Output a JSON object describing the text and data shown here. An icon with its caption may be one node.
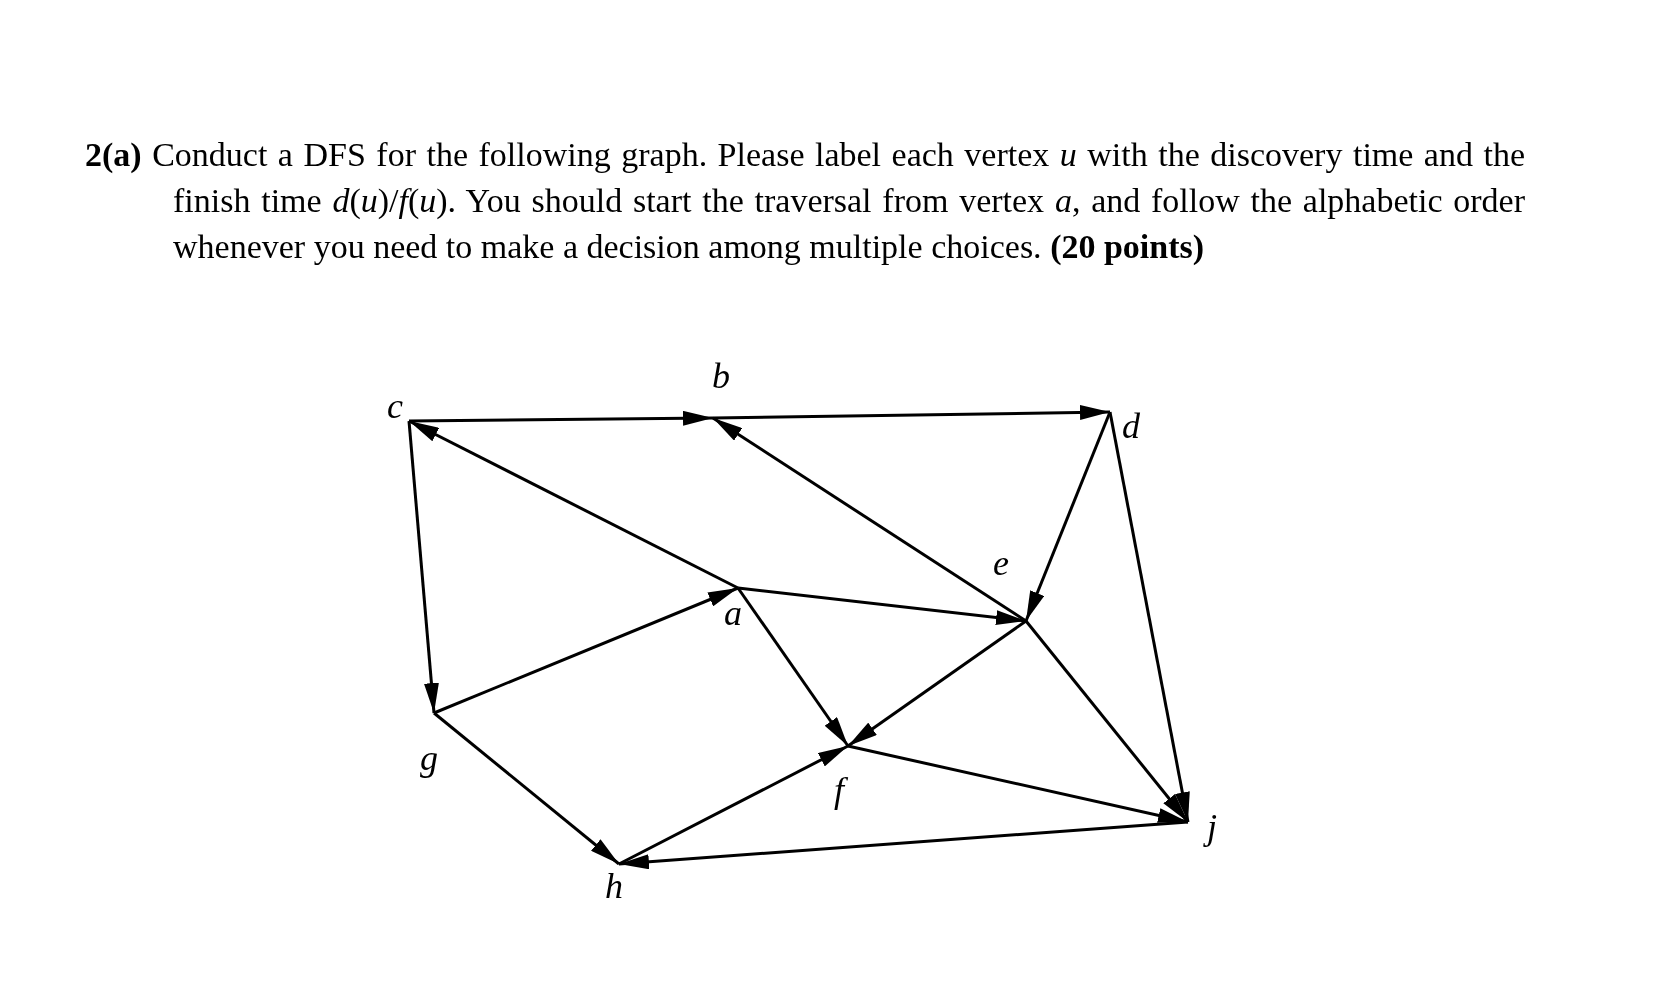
{
  "diagram": {
    "title": "**2(a)** Conduct a DFS for the following graph. Please label each vertex *u* with the discovery time and the finish time *d*(*u*)/*f*(*u*). You should start the traversal from vertex *a*, and follow the alphabetic order whenever you need to make a decision among multiple choices. **(20 points)**",
    "nodes": [
      {
        "text": [
          "b"
        ]
      },
      {
        "text": [
          "c"
        ]
      },
      {
        "text": [
          "d"
        ]
      },
      {
        "text": [
          "e"
        ]
      },
      {
        "text": [
          "a"
        ]
      },
      {
        "text": [
          "g"
        ]
      },
      {
        "text": [
          "f"
        ]
      },
      {
        "text": [
          "j"
        ]
      },
      {
        "text": [
          "h"
        ]
      }
    ],
    "edges": [
      {
        "from": 1,
        "to": 0,
        "arrow": "to"
      },
      {
        "from": 0,
        "to": 2,
        "arrow": "to"
      },
      {
        "from": 4,
        "to": 1,
        "arrow": "to"
      },
      {
        "from": 3,
        "to": 0,
        "arrow": "to"
      },
      {
        "from": 2,
        "to": 3,
        "arrow": "to"
      },
      {
        "from": 4,
        "to": 3,
        "arrow": "to"
      },
      {
        "from": 1,
        "to": 5,
        "arrow": "to"
      },
      {
        "from": 5,
        "to": 4,
        "arrow": "to"
      },
      {
        "from": 4,
        "to": 6,
        "arrow": "to"
      },
      {
        "from": 3,
        "to": 6,
        "arrow": "to"
      },
      {
        "from": 3,
        "to": 7,
        "arrow": "to"
      },
      {
        "from": 2,
        "to": 7,
        "arrow": "to"
      },
      {
        "from": 6,
        "to": 7,
        "arrow": "to"
      },
      {
        "from": 5,
        "to": 8,
        "arrow": "to"
      },
      {
        "from": 8,
        "to": 6,
        "arrow": "to"
      },
      {
        "from": 7,
        "to": 8,
        "arrow": "to"
      }
    ]
  }
}
